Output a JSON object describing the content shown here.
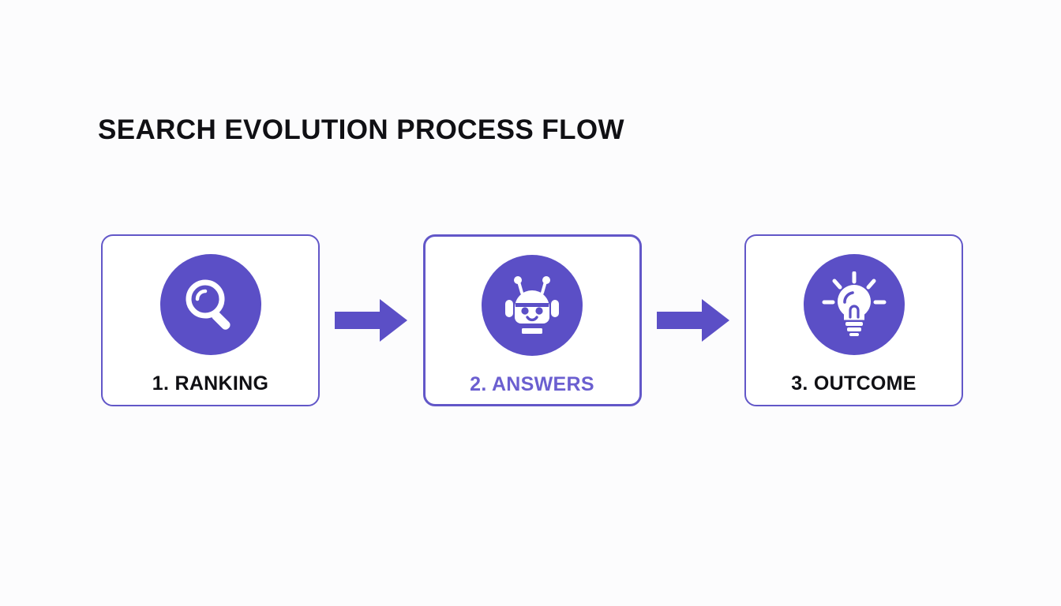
{
  "page": {
    "title": "SEARCH EVOLUTION PROCESS FLOW",
    "background_color": "#fcfcfd"
  },
  "theme": {
    "accent": "#5b4fc6",
    "border": "#6257c8",
    "label_text": "#101014",
    "accent_label_text": "#6b5fd0",
    "icon_fill": "#ffffff",
    "card_background": "#ffffff"
  },
  "flow": {
    "steps": [
      {
        "label": "1. RANKING",
        "icon": "magnifying-glass-icon",
        "active": false
      },
      {
        "label": "2. ANSWERS",
        "icon": "robot-icon",
        "active": true
      },
      {
        "label": "3. OUTCOME",
        "icon": "lightbulb-icon",
        "active": false
      }
    ],
    "connectors": [
      {
        "icon": "arrow-right-icon"
      },
      {
        "icon": "arrow-right-icon"
      }
    ]
  }
}
